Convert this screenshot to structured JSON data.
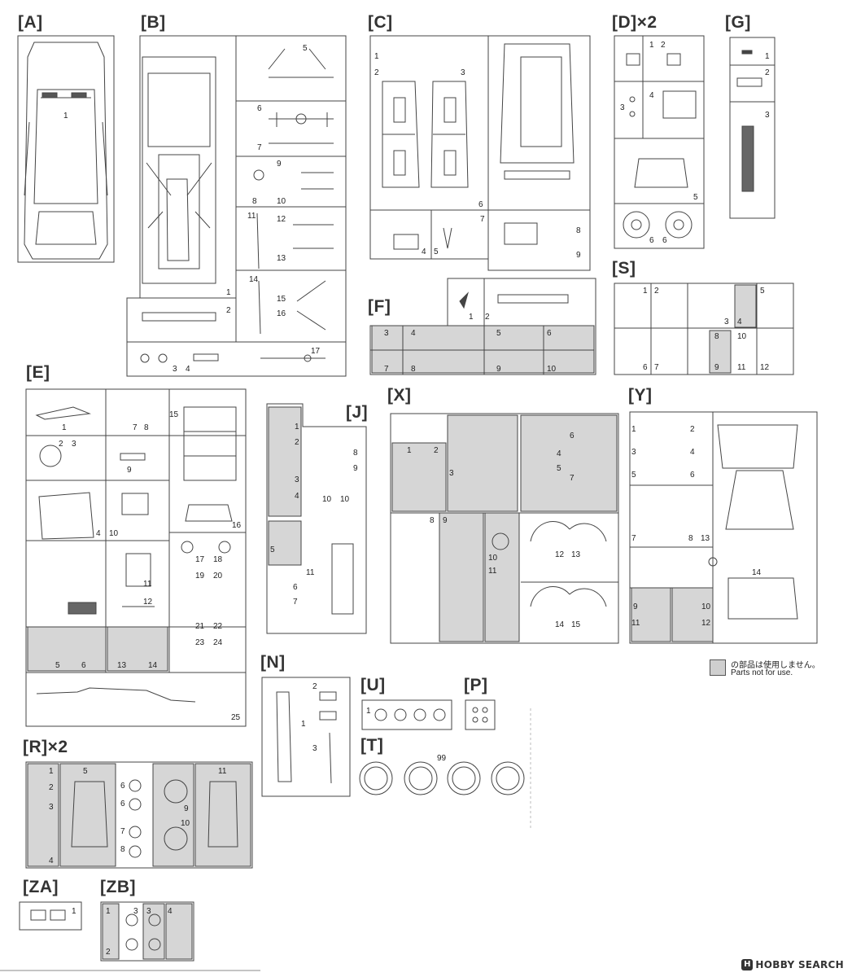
{
  "sprue_labels": {
    "A": "[A]",
    "B": "[B]",
    "C": "[C]",
    "D": "[D]×2",
    "G": "[G]",
    "E": "[E]",
    "F": "[F]",
    "S": "[S]",
    "J": "[J]",
    "X": "[X]",
    "Y": "[Y]",
    "N": "[N]",
    "U": "[U]",
    "P": "[P]",
    "T": "[T]",
    "R": "[R]×2",
    "ZA": "[ZA]",
    "ZB": "[ZB]"
  },
  "legend": {
    "jp": "の部品は使用しません。",
    "en": "Parts not for use."
  },
  "t_part_number": "99",
  "watermark": "HOBBY SEARCH",
  "colors": {
    "unused_part": "#d6d6d6",
    "line": "#444444"
  }
}
